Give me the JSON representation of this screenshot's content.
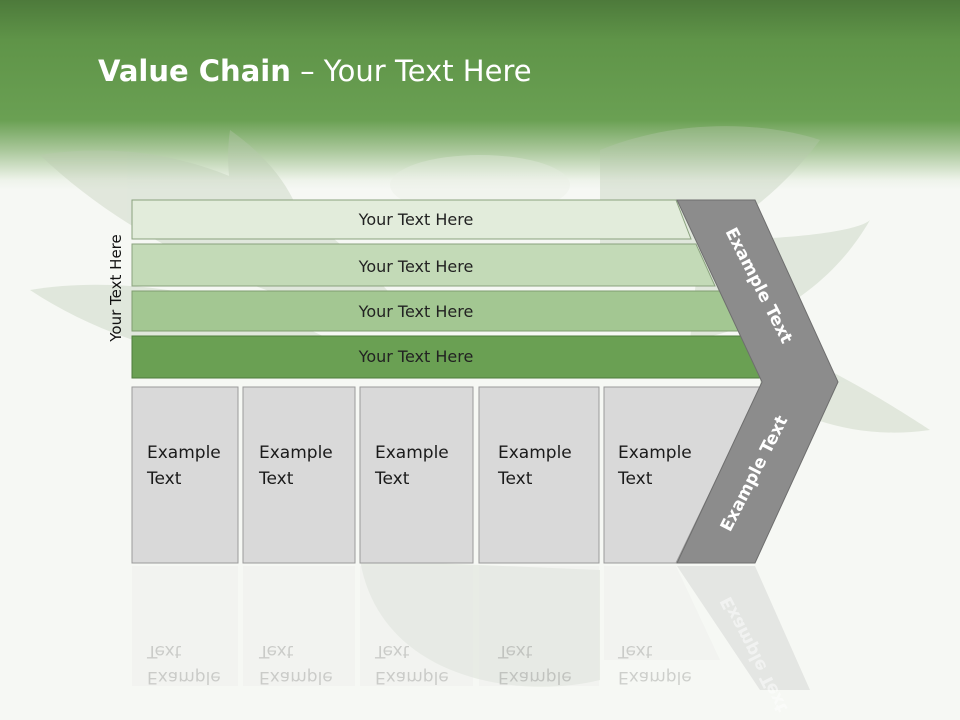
{
  "title": {
    "bold": "Value Chain",
    "rest": " – Your Text Here"
  },
  "side_label": "Your Text Here",
  "bars": [
    {
      "label": "Your Text Here",
      "color": "#e2ecdb"
    },
    {
      "label": "Your Text Here",
      "color": "#c3dab7"
    },
    {
      "label": "Your Text Here",
      "color": "#a3c792"
    },
    {
      "label": "Your Text Here",
      "color": "#6aa053"
    }
  ],
  "boxes": [
    {
      "line1": "Example",
      "line2": "Text"
    },
    {
      "line1": "Example",
      "line2": "Text"
    },
    {
      "line1": "Example",
      "line2": "Text"
    },
    {
      "line1": "Example",
      "line2": "Text"
    },
    {
      "line1": "Example",
      "line2": "Text"
    }
  ],
  "arrow": {
    "upper_label": "Example Text",
    "lower_label": "Example Text",
    "color": "#8c8c8c"
  },
  "colors": {
    "header": "#6aa053",
    "box": "#d9d9d9",
    "box_border": "#9a9a9a"
  }
}
